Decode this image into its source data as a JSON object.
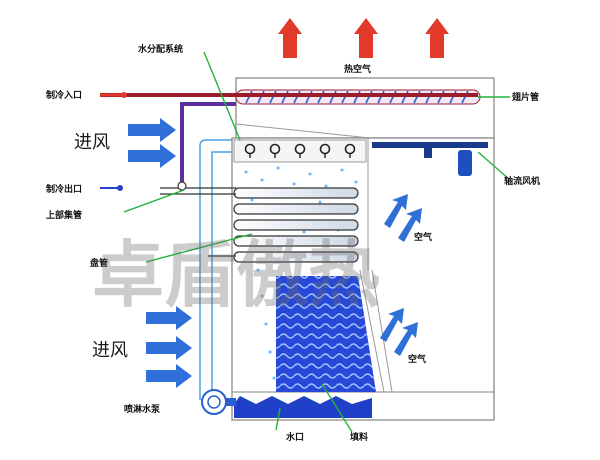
{
  "labels": {
    "water_distributor": "水分配系统",
    "hot_air": "热空气",
    "refrigerant_inlet": "制冷入口",
    "fin_coil": "翅片管",
    "air_inlet_top": "进风",
    "refrigerant_outlet": "制冷出口",
    "upper_header": "上部集管",
    "axial_fan": "轴流风机",
    "coil_tube": "盘管",
    "air_right_top": "空气",
    "air_inlet_bottom": "进风",
    "air_right_bottom": "空气",
    "spray_pump": "喷淋水泵",
    "water_outlet": "水口",
    "packing": "填料"
  },
  "watermark": "卓盾傲热",
  "colors": {
    "hot_arrow": "#e23a2a",
    "blue_arrow": "#2a5fd0",
    "air_arrow": "#2f6fd8",
    "pipe_purple": "#5b2fa0",
    "pipe_red": "#9a1c2a",
    "frame": "#9a9a9a",
    "packing": "#2848d8",
    "water": "#1f3fc8",
    "leader": "#22b33a"
  }
}
